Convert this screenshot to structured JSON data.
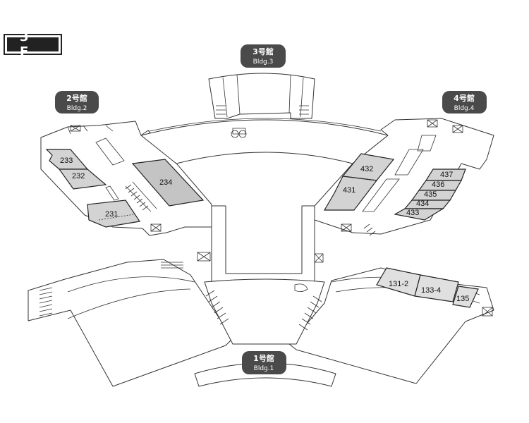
{
  "floor": {
    "label": "3 F"
  },
  "colors": {
    "room_fill": "#d3d3d3",
    "room_fill_dark": "#c4c4c4",
    "pill": "#4a4a4a"
  },
  "buildings": [
    {
      "id": "bldg1",
      "jp": "1号館",
      "en": "Bldg.1"
    },
    {
      "id": "bldg2",
      "jp": "2号館",
      "en": "Bldg.2"
    },
    {
      "id": "bldg3",
      "jp": "3号館",
      "en": "Bldg.3"
    },
    {
      "id": "bldg4",
      "jp": "4号館",
      "en": "Bldg.4"
    }
  ],
  "rooms": {
    "r233": "233",
    "r232": "232",
    "r231": "231",
    "r234": "234",
    "r432": "432",
    "r431": "431",
    "r437": "437",
    "r436": "436",
    "r435": "435",
    "r434": "434",
    "r433": "433",
    "r131_2": "131-2",
    "r133_4": "133-4",
    "r135": "135"
  }
}
